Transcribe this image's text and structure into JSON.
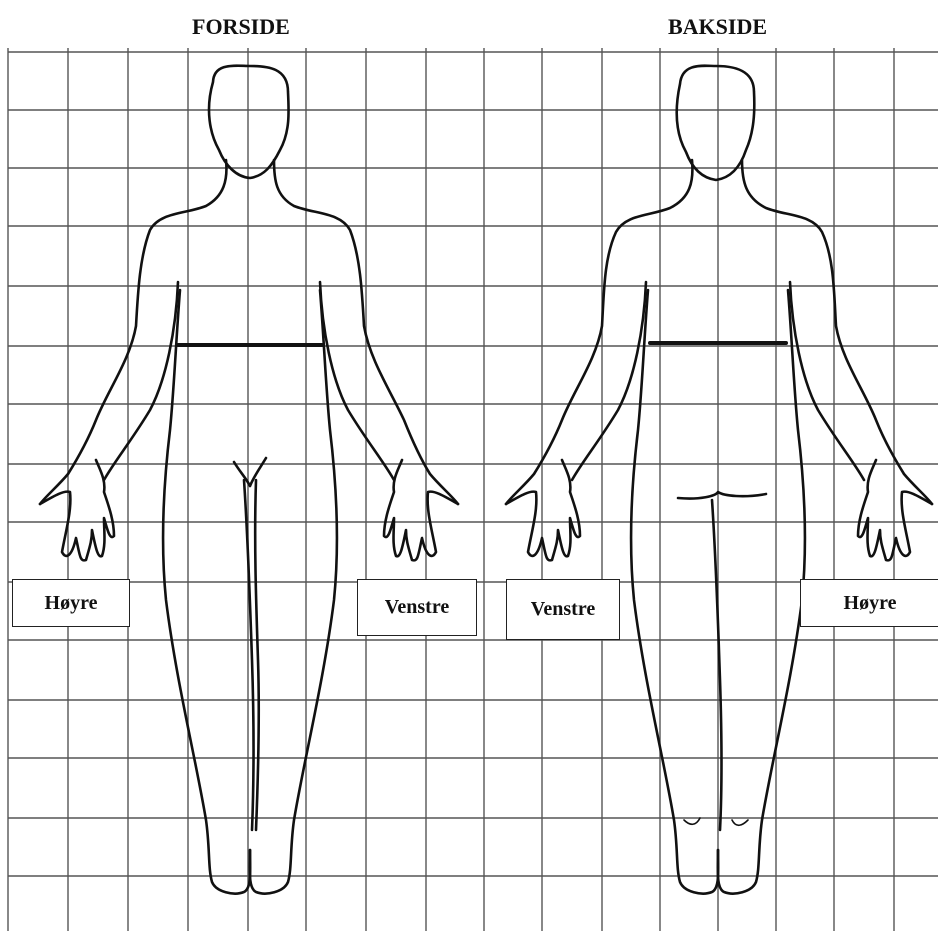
{
  "views": {
    "front": {
      "title": "FORSIDE"
    },
    "back": {
      "title": "BAKSIDE"
    }
  },
  "labels": {
    "front_right": "Høyre",
    "front_left": "Venstre",
    "back_left": "Venstre",
    "back_right": "Høyre"
  },
  "colors": {
    "grid_line": "#555555",
    "outline": "#111111",
    "background": "#ffffff"
  }
}
